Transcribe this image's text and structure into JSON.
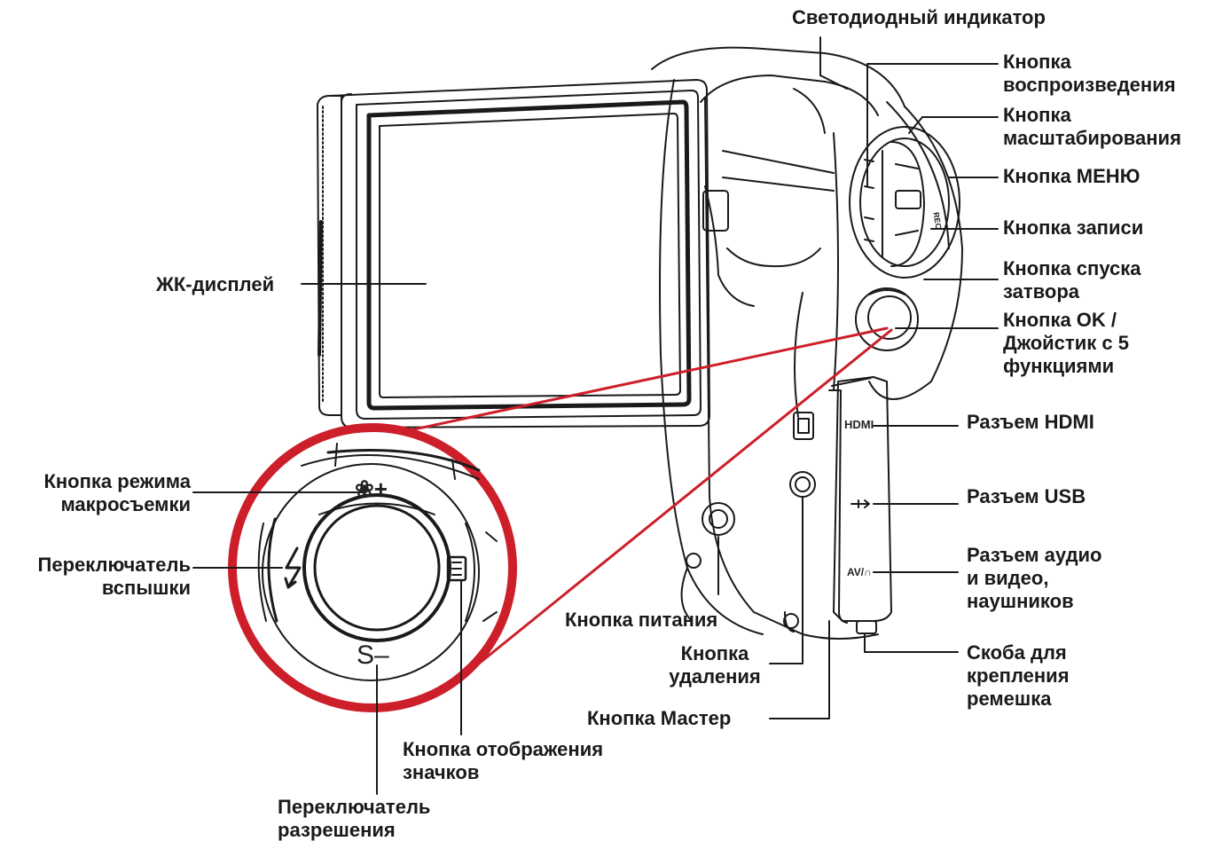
{
  "labels": {
    "led": [
      "Светодиодный индикатор"
    ],
    "play": [
      "Кнопка",
      "воспроизведения"
    ],
    "zoom": [
      "Кнопка",
      "масштабирования"
    ],
    "menu": [
      "Кнопка МЕНЮ"
    ],
    "record": [
      "Кнопка записи"
    ],
    "shutter": [
      "Кнопка спуска",
      "затвора"
    ],
    "ok": [
      "Кнопка OK /",
      "Джойстик с 5",
      "функциями"
    ],
    "lcd": [
      "ЖК-дисплей"
    ],
    "hdmi": [
      "Разъем HDMI"
    ],
    "usb": [
      "Разъем USB"
    ],
    "av": [
      "Разъем аудио",
      "и видео,",
      "наушников"
    ],
    "strap": [
      "Скоба для",
      "крепления",
      "ремешка"
    ],
    "power": [
      "Кнопка питания"
    ],
    "delete": [
      "Кнопка",
      "удаления"
    ],
    "master": [
      "Кнопка Мастер"
    ],
    "macro": [
      "Кнопка режима",
      "макросъемки"
    ],
    "flash": [
      "Переключатель",
      "вспышки"
    ],
    "display": [
      "Кнопка отображения",
      "значков"
    ],
    "resolution": [
      "Переключатель",
      "разрешения"
    ]
  },
  "device_marks": {
    "hdmi": "HDMI",
    "av": "AV/∩",
    "rec": "REC",
    "macro": "❀+",
    "res": "S–"
  },
  "colors": {
    "callout_ring": "#cc1f2a",
    "line": "#1a1a1a"
  },
  "icons": {
    "flash": "flash-icon",
    "display": "display-icon",
    "usb": "usb-icon",
    "macro": "macro-icon"
  }
}
